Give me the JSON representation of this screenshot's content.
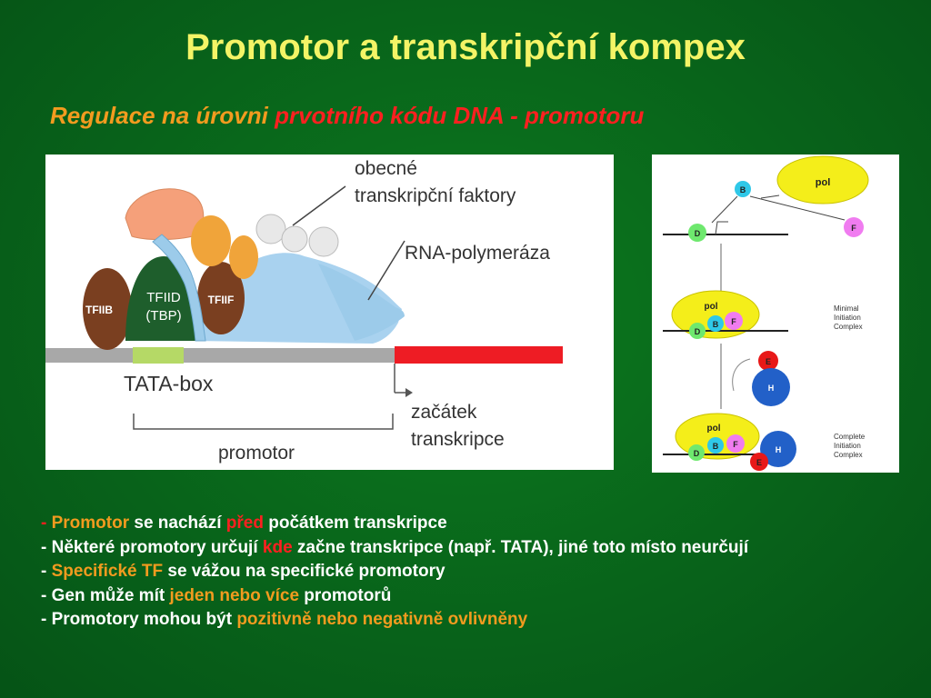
{
  "slide": {
    "title": "Promotor a transkripční kompex",
    "subtitle_part1": "Regulace na úrovni ",
    "subtitle_part2": "prvotního kódu DNA - promotoru"
  },
  "left_diagram": {
    "label_general_line1": "obecné",
    "label_general_line2": "transkripční faktory",
    "label_rnapol": "RNA-polymeráza",
    "label_tfiib": "TFIIB",
    "label_tfiid_line1": "TFIID",
    "label_tfiid_line2": "(TBP)",
    "label_tfiif": "TFIIF",
    "label_tatabox": "TATA-box",
    "label_start_line1": "začátek",
    "label_start_line2": "transkripce",
    "label_promotor": "promotor"
  },
  "right_diagram": {
    "pol": "pol",
    "b": "B",
    "d": "D",
    "f": "F",
    "e": "E",
    "h": "H",
    "minimal_line1": "Minimal",
    "minimal_line2": "Initiation",
    "minimal_line3": "Complex",
    "complete_line1": "Complete",
    "complete_line2": "Initiation",
    "complete_line3": "Complex"
  },
  "bullets": {
    "b1_dash": "- ",
    "b1_a": "Promotor",
    "b1_b": " se nachází ",
    "b1_c": "před",
    "b1_d": " počátkem transkripce",
    "b2_a": "- Některé promotory určují ",
    "b2_b": "kde",
    "b2_c": " začne transkripce (např. TATA), jiné toto místo neurčují",
    "b3_a": "- ",
    "b3_b": "Specifické TF",
    "b3_c": " se vážou na specifické promotory",
    "b4_a": "- Gen může mít ",
    "b4_b": "jeden nebo více",
    "b4_c": " promotorů",
    "b5_a": "- Promotory mohou být ",
    "b5_b": "pozitivně nebo negativně ovlivněny"
  },
  "colors": {
    "background": "#0a6e1a",
    "title": "#f4f466",
    "orange": "#f29b1f",
    "red": "#ff2020"
  }
}
